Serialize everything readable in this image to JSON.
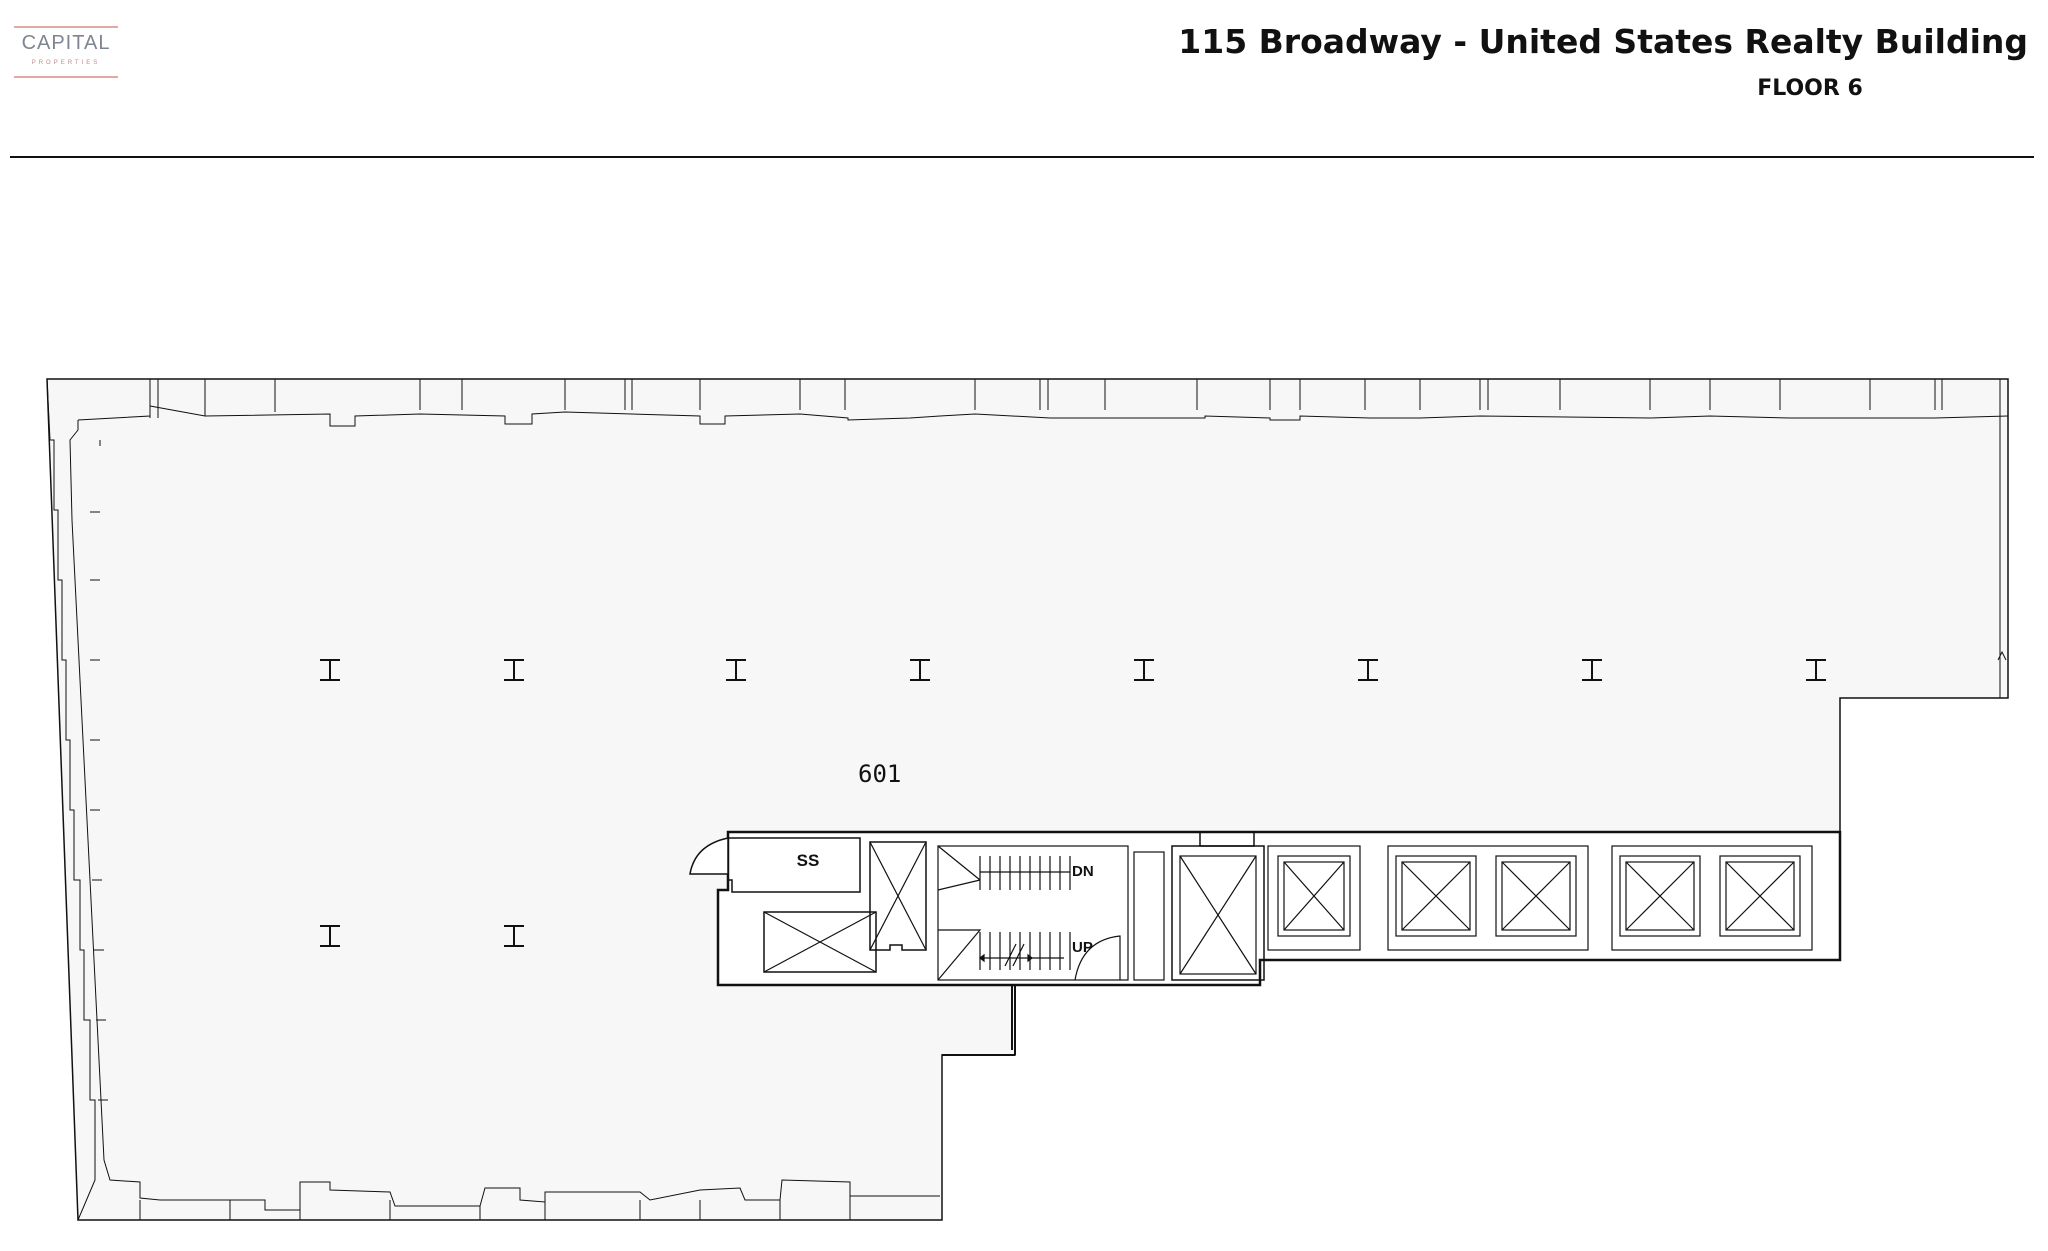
{
  "header": {
    "logo": {
      "name": "CAPITAL",
      "sub": "PROPERTIES",
      "accent_color": "#e0a9a6",
      "text_color": "#7d8690"
    },
    "title": "115 Broadway - United States Realty Building",
    "subtitle": "FLOOR 6"
  },
  "plan": {
    "suite": "601",
    "core_labels": {
      "ss": "SS",
      "down": "DN",
      "up": "UP"
    },
    "colors": {
      "floor_fill": "#f7f7f7",
      "line": "#111111"
    },
    "column_icon": "i-beam-column-icon",
    "elevator_icon": "elevator-cross-icon"
  }
}
